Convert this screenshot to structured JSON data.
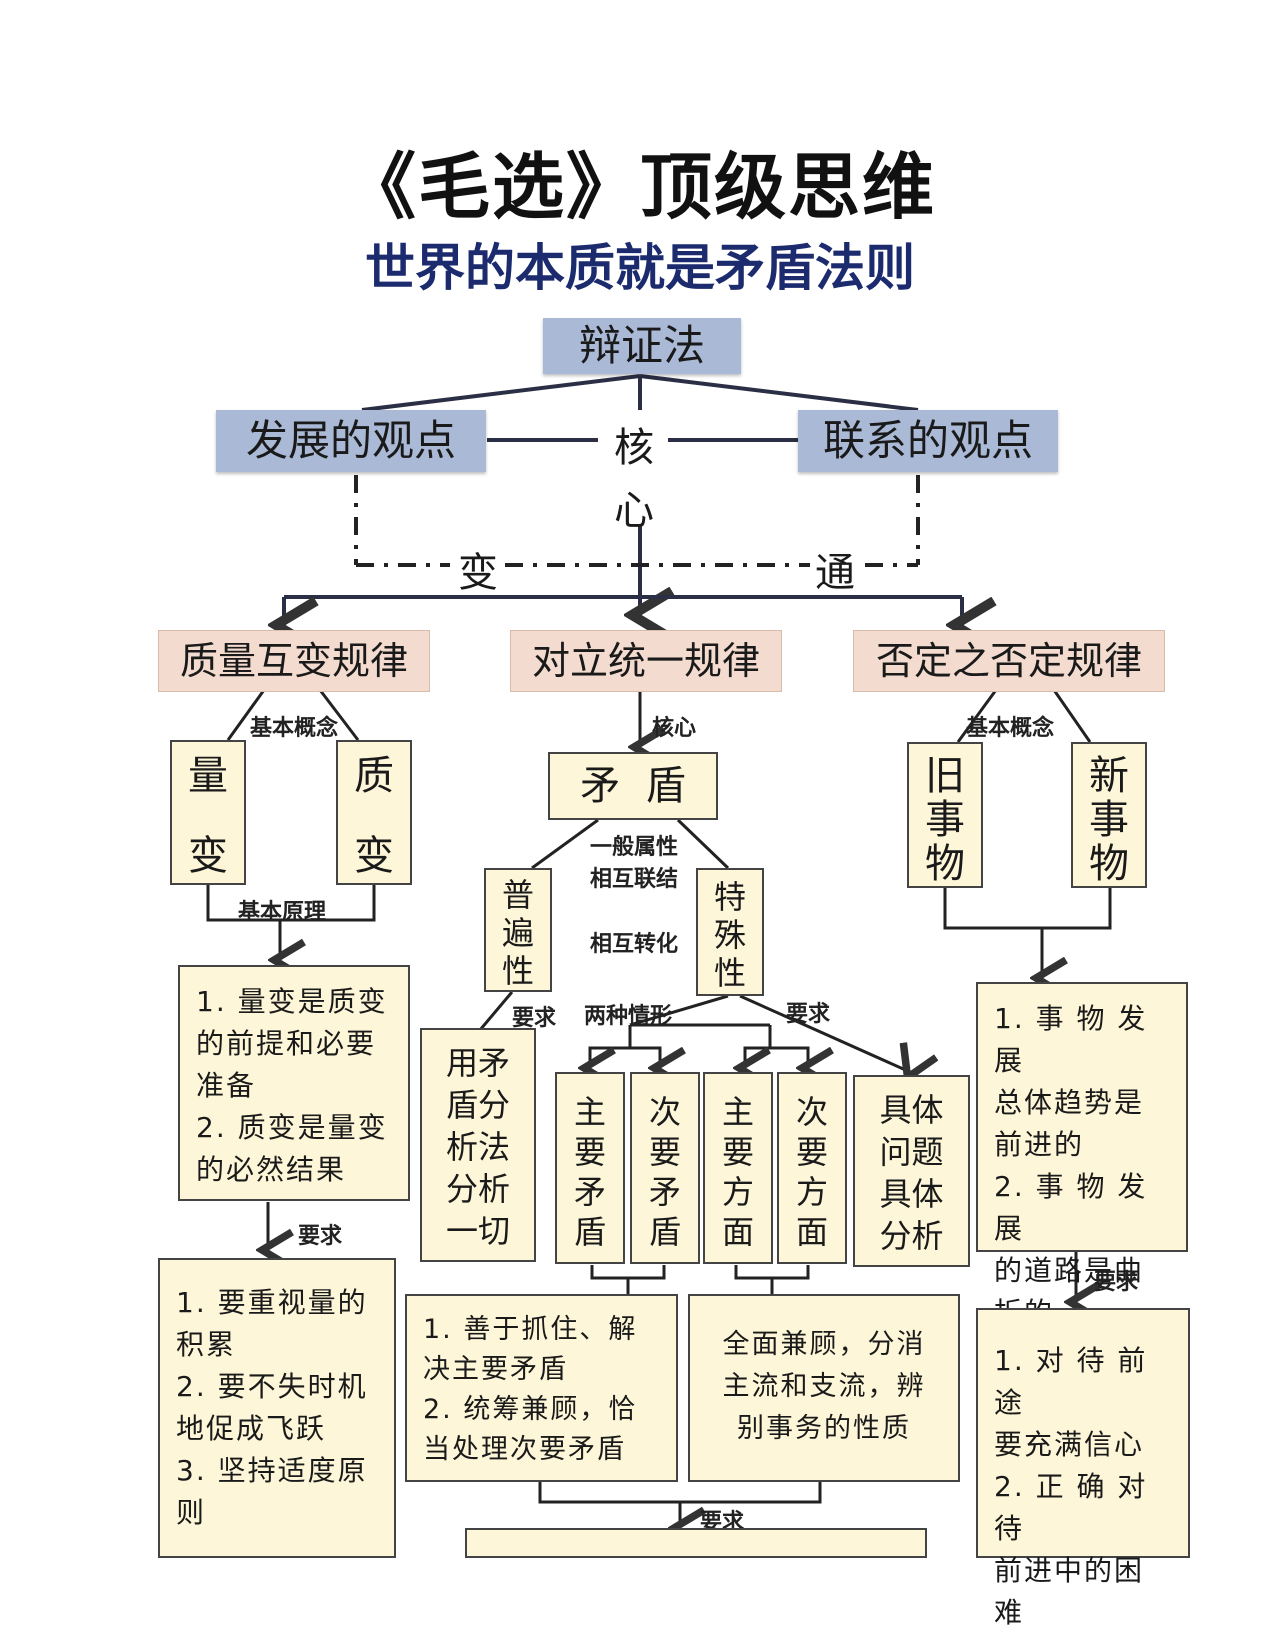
{
  "title": "《毛选》顶级思维",
  "subtitle": "世界的本质就是矛盾法则",
  "root": "辩证法",
  "left_view": "发展的观点",
  "right_view": "联系的观点",
  "core_chars": [
    "核",
    "心"
  ],
  "bian": "变",
  "tong": "通",
  "laws": {
    "quality": "质量互变规律",
    "unity": "对立统一规律",
    "negation": "否定之否定规律"
  },
  "label_basic_concept": "基本概念",
  "label_basic_principle": "基本原理",
  "label_core": "核心",
  "label_require": "要求",
  "label_two_cases": "两种情形",
  "left": {
    "liang": [
      "量",
      "变"
    ],
    "zhi": [
      "质",
      "变"
    ],
    "principle_lines": [
      "1. 量变是质变",
      "的前提和必要",
      "准备",
      "2. 质变是量变",
      "的必然结果"
    ],
    "require_lines": [
      "1. 要重视量的",
      "积累",
      "2. 要不失时机",
      "地促成飞跃",
      "3. 坚持适度原",
      "则"
    ]
  },
  "middle": {
    "maodun": "矛  盾",
    "general_lines": [
      "一般属性",
      "相互联结"
    ],
    "transform": "相互转化",
    "universal": [
      "普",
      "遍",
      "性"
    ],
    "special": [
      "特",
      "殊",
      "性"
    ],
    "method": [
      "用矛",
      "盾分",
      "析法",
      "分析",
      "一切"
    ],
    "main_contradiction": [
      "主",
      "要",
      "矛",
      "盾"
    ],
    "secondary_contradiction": [
      "次",
      "要",
      "矛",
      "盾"
    ],
    "main_aspect": [
      "主",
      "要",
      "方",
      "面"
    ],
    "secondary_aspect": [
      "次",
      "要",
      "方",
      "面"
    ],
    "concrete": [
      "具体",
      "问题",
      "具体",
      "分析"
    ],
    "bottom_left_lines": [
      "1. 善于抓住、解",
      "决主要矛盾",
      "2. 统筹兼顾，恰",
      "当处理次要矛盾"
    ],
    "bottom_right_lines": [
      "全面兼顾，分消",
      "主流和支流，辨",
      "别事务的性质"
    ]
  },
  "right": {
    "old": [
      "旧",
      "事",
      "物"
    ],
    "new": [
      "新",
      "事",
      "物"
    ],
    "principle_lines": [
      "1. 事 物 发 展",
      "总体趋势是",
      "前进的",
      "2. 事 物 发 展",
      "的道路是曲",
      "折的"
    ],
    "require_lines": [
      "1. 对 待 前 途",
      "要充满信心",
      "2. 正 确 对 待",
      "前进中的困",
      "难"
    ]
  }
}
